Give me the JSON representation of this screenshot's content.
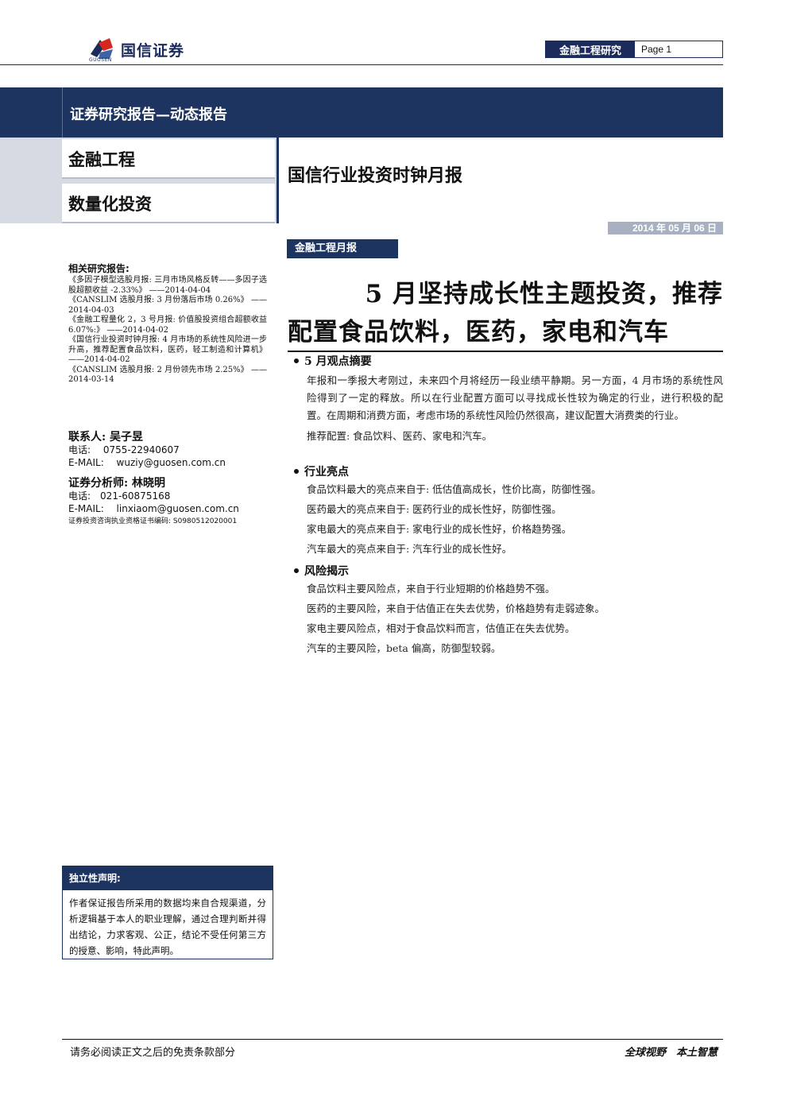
{
  "header": {
    "logo_text": "国信证券",
    "logo_sub": "GUOSEN",
    "section_tag": "金融工程研究",
    "page_label": "Page 1"
  },
  "band": {
    "title": "证券研究报告—动态报告"
  },
  "categories": [
    "金融工程",
    "数量化投资"
  ],
  "report_name": "国信行业投资时钟月报",
  "date": "2014 年 05 月 06 日",
  "monthly_tag": "金融工程月报",
  "headline": {
    "line1": "5 月坚持成长性主题投资，推荐",
    "line2": "配置食品饮料，医药，家电和汽车"
  },
  "related": {
    "title": "相关研究报告:",
    "items": [
      "《多因子模型选股月报: 三月市场风格反转——多因子选股超额收益 -2.33%》 ——2014-04-04",
      "《CANSLIM 选股月报: 3 月份落后市场 0.26%》 ——2014-04-03",
      "《金融工程量化 2，3 号月报: 价值股投资组合超额收益 6.07%:》 ——2014-04-02",
      "《国信行业投资时钟月报: 4 月市场的系统性风险进一步升高，推荐配置食品饮料，医药，轻工制造和计算机》 ——2014-04-02",
      "《CANSLIM 选股月报: 2 月份领先市场 2.25%》 ——2014-03-14"
    ]
  },
  "contact": {
    "label_name": "联系人: 吴子昱",
    "phone": "电话:　 0755-22940607",
    "email": "E-MAIL:　 wuziy@guosen.com.cn"
  },
  "analyst": {
    "label_name": "证券分析师: 林晓明",
    "phone": "电话:　021-60875168",
    "email": "E-MAIL:　 linxiaom@guosen.com.cn",
    "cert": "证券投资咨询执业资格证书编码: S0980512020001"
  },
  "sections": {
    "summary": {
      "title": "5 月观点摘要",
      "para1": "年报和一季报大考刚过，未来四个月将经历一段业绩平静期。另一方面，4 月市场的系统性风险得到了一定的释放。所以在行业配置方面可以寻找成长性较为确定的行业，进行积极的配置。在周期和消费方面，考虑市场的系统性风险仍然很高，建议配置大消费类的行业。",
      "para2": "推荐配置: 食品饮料、医药、家电和汽车。"
    },
    "highlights": {
      "title": "行业亮点",
      "lines": [
        "食品饮料最大的亮点来自于: 低估值高成长，性价比高，防御性强。",
        "医药最大的亮点来自于: 医药行业的成长性好，防御性强。",
        "家电最大的亮点来自于: 家电行业的成长性好，价格趋势强。",
        "汽车最大的亮点来自于: 汽车行业的成长性好。"
      ]
    },
    "risks": {
      "title": "风险揭示",
      "lines": [
        "食品饮料主要风险点，来自于行业短期的价格趋势不强。",
        "医药的主要风险，来自于估值正在失去优势，价格趋势有走弱迹象。",
        "家电主要风险点，相对于食品饮料而言，估值正在失去优势。",
        "汽车的主要风险，beta 偏高，防御型较弱。"
      ]
    }
  },
  "disclaimer": {
    "title": "独立性声明:",
    "body": "作者保证报告所采用的数据均来自合规渠道，分析逻辑基于本人的职业理解，通过合理判断并得出结论，力求客观、公正，结论不受任何第三方的授意、影响，特此声明。"
  },
  "footer": {
    "left": "请务必阅读正文之后的免责条款部分",
    "right": "全球视野　本土智慧"
  },
  "colors": {
    "navy": "#1d3360",
    "gray_panel": "#d6dbe3",
    "logo_red": "#d6281e"
  }
}
